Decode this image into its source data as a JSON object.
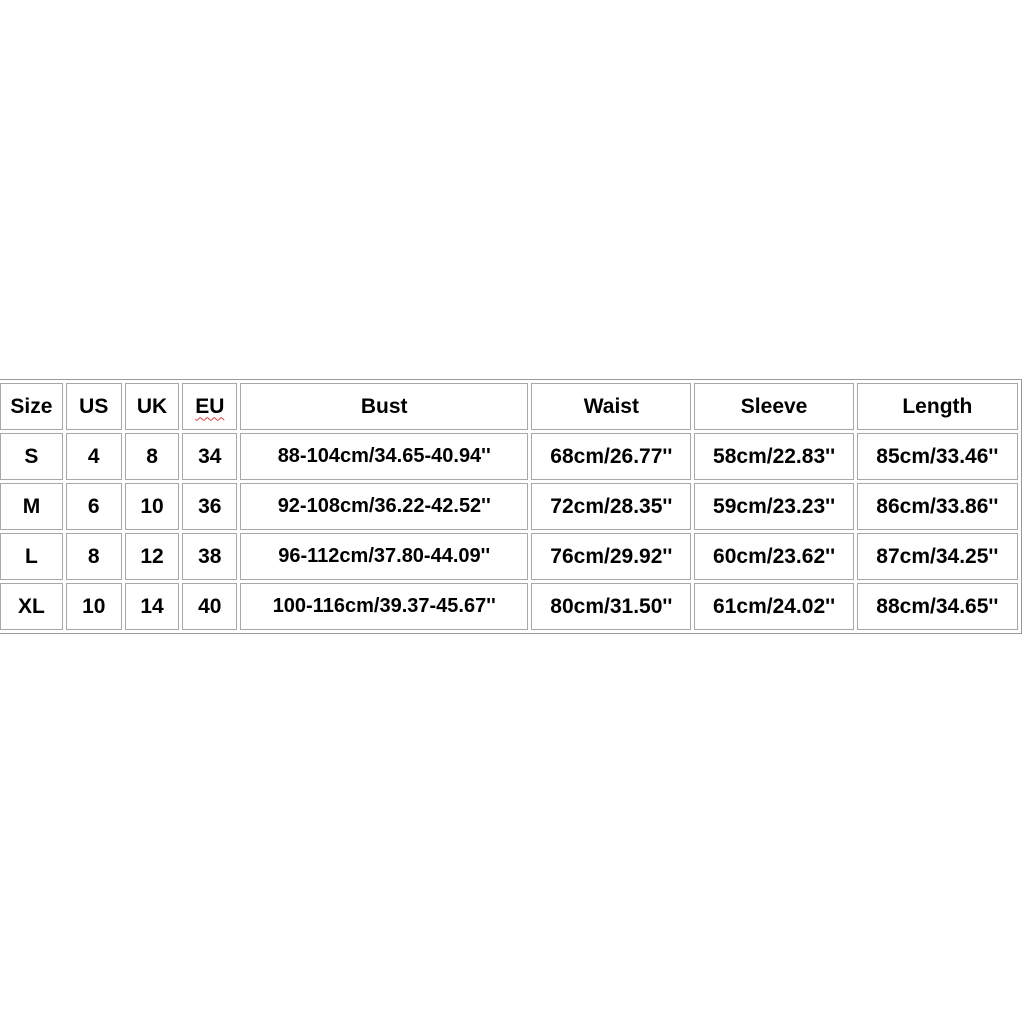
{
  "size_chart": {
    "headers": [
      "Size",
      "US",
      "UK",
      "EU",
      "Bust",
      "Waist",
      "Sleeve",
      "Length"
    ],
    "rows": [
      [
        "S",
        "4",
        "8",
        "34",
        "88-104cm/34.65-40.94''",
        "68cm/26.77''",
        "58cm/22.83''",
        "85cm/33.46''"
      ],
      [
        "M",
        "6",
        "10",
        "36",
        "92-108cm/36.22-42.52''",
        "72cm/28.35''",
        "59cm/23.23''",
        "86cm/33.86''"
      ],
      [
        "L",
        "8",
        "12",
        "38",
        "96-112cm/37.80-44.09''",
        "76cm/29.92''",
        "60cm/23.62''",
        "87cm/34.25''"
      ],
      [
        "XL",
        "10",
        "14",
        "40",
        "100-116cm/39.37-45.67''",
        "80cm/31.50''",
        "61cm/24.02''",
        "88cm/34.65''"
      ]
    ]
  }
}
